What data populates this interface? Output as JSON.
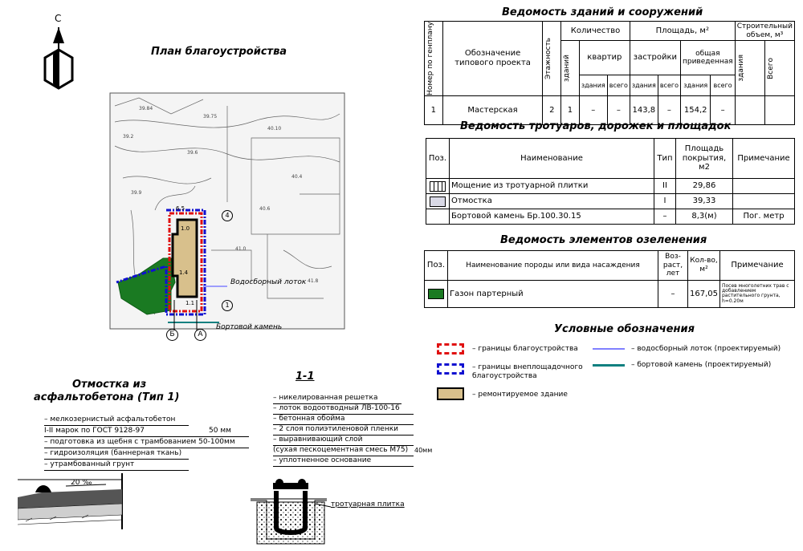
{
  "north": {
    "letter": "С"
  },
  "plan": {
    "title": "План благоустройства",
    "labels": {
      "water_tray": "Водосборный лоток",
      "curb": "Бортовой камень",
      "axis_b": "Б",
      "axis_a": "А",
      "axis_1": "1",
      "axis_4": "4"
    }
  },
  "buildings_table": {
    "title": "Ведомость зданий и сооружений",
    "headers": {
      "num": "Номер по генплану",
      "type": "Обозначение типового проекта",
      "floors": "Этажность",
      "qty": "Количество",
      "qty_buildings": "зданий",
      "apartments": "квартир",
      "apt_building": "здания",
      "apt_total": "всего",
      "area": "Площадь, м²",
      "built": "застройки",
      "built_building": "здания",
      "built_total": "всего",
      "total_reduced": "общая приведенная",
      "tr_building": "здания",
      "tr_total": "всего",
      "volume": "Строительный объем, м³",
      "vol_building": "здания",
      "vol_total": "Всего"
    },
    "rows": [
      {
        "num": "1",
        "name": "Мастерская",
        "floors": "2",
        "qty": "1",
        "apt_b": "–",
        "apt_t": "–",
        "built_b": "143,8",
        "built_t": "–",
        "tr_b": "154,2",
        "tr_t": "–",
        "vol_b": "",
        "vol_t": ""
      }
    ]
  },
  "paths_table": {
    "title": "Ведомость тротуаров, дорожек и площадок",
    "headers": {
      "pos": "Поз.",
      "name": "Наименование",
      "type": "Тип",
      "area": "Площадь покрытия, м2",
      "note": "Примечание"
    },
    "rows": [
      {
        "name": "Мощение из тротуарной плитки",
        "type": "II",
        "area": "29,86",
        "note": "",
        "swatch": "tile"
      },
      {
        "name": "Отмостка",
        "type": "I",
        "area": "39,33",
        "note": "",
        "swatch": "#d9d9e6"
      },
      {
        "name": "Бортовой камень Бр.100.30.15",
        "type": "–",
        "area": "8,3(м)",
        "note": "Пог. метр",
        "swatch": ""
      }
    ]
  },
  "green_table": {
    "title": "Ведомость элементов озеленения",
    "headers": {
      "pos": "Поз.",
      "name": "Наименование породы или вида насаждения",
      "age": "Воз-раст, лет",
      "qty": "Кол-во, м²",
      "note": "Примечание"
    },
    "rows": [
      {
        "name": "Газон партерный",
        "age": "–",
        "qty": "167,05",
        "note": "Посев многолетних трав с добавлением растительного грунта, h=0.20м",
        "swatch": "#1a7a22"
      }
    ]
  },
  "legend": {
    "title": "Условные обозначения",
    "items": [
      {
        "text": "– границы благоустройства",
        "color": "#e01010"
      },
      {
        "text": "– границы внеплощадочного благоустройства",
        "color": "#1010d0"
      },
      {
        "text": "– ремонтируемое здание",
        "color": "#d8c08c"
      },
      {
        "text": "– водосборный лоток (проектируемый)",
        "color": "#8080ff"
      },
      {
        "text": "– бортовой камень (проектируемый)",
        "color": "#108080"
      }
    ]
  },
  "otmostka": {
    "title_line1": "Отмостка из",
    "title_line2": "асфальтобетона (Тип 1)",
    "layers": [
      "– мелкозернистый асфальтобетон",
      "I-II марок по ГОСТ 9128-97",
      "– подготовка из щебня с трамбованием 50-100мм",
      "– гидроизоляция (баннерная ткань)",
      "– утрамбованный грунт"
    ],
    "thickness": "50 мм",
    "slope": "20 ‰"
  },
  "section": {
    "title": "1-1",
    "layers": [
      "– никелированная решетка",
      "– лоток водоотводный ЛВ-100-16",
      "– бетонная обойма",
      "– 2 слоя полиэтиленовой пленки",
      "– выравнивающий слой",
      "(сухая пескоцементная смесь М75)",
      "– уплотненное основание"
    ],
    "thickness": "40мм",
    "tile": "тротуарная плитка"
  }
}
